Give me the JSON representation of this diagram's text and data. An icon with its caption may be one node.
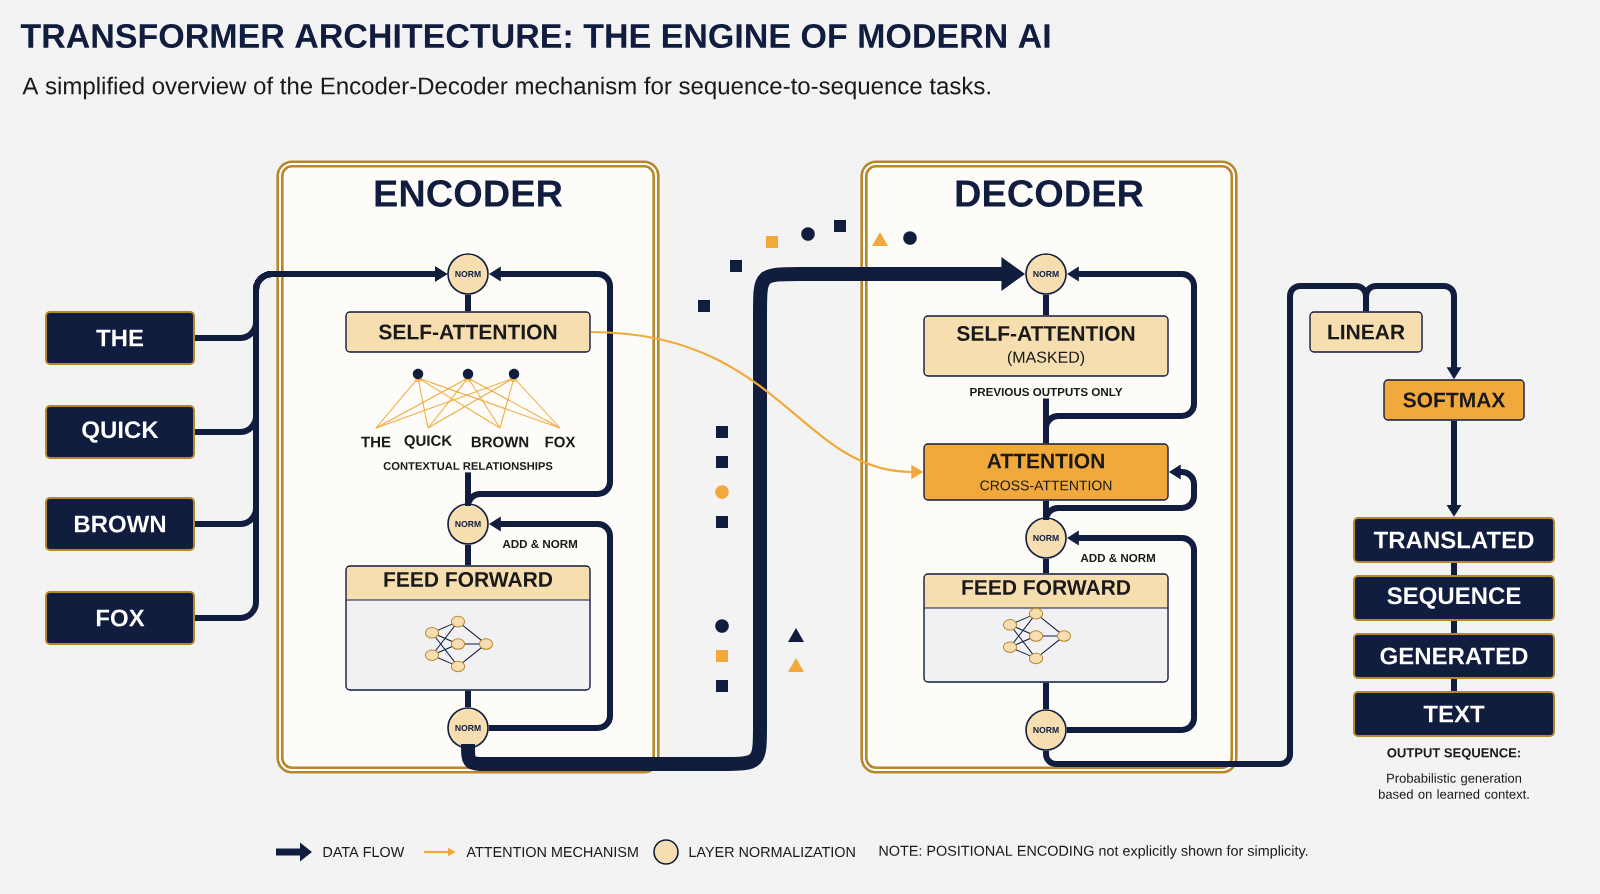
{
  "diagram": {
    "title": "TRANSFORMER ARCHITECTURE: THE ENGINE OF MODERN AI",
    "nodes": [
      {
        "text": [
          "ENCODER"
        ]
      },
      {
        "text": [
          "DECODER"
        ]
      },
      {
        "text": [
          "THE"
        ]
      },
      {
        "text": [
          "QUICK"
        ]
      },
      {
        "text": [
          "BROWN"
        ]
      },
      {
        "text": [
          "FOX"
        ]
      },
      {
        "text": [
          "NORM"
        ],
        "in": 0
      },
      {
        "text": [
          "SELF-ATTENTION"
        ],
        "in": 0,
        "beside": [
          "THE",
          "QUICK",
          "BROWN",
          "FOX",
          "CONTEXTUAL RELATIONSHIPS"
        ]
      },
      {
        "text": [
          "NORM"
        ],
        "in": 0,
        "beside": [
          "ADD & NORM"
        ]
      },
      {
        "text": [
          "FEED FORWARD"
        ],
        "in": 0
      },
      {
        "text": [
          "NORM"
        ],
        "in": 0
      },
      {
        "text": [
          "NORM"
        ],
        "in": 1
      },
      {
        "text": [
          "SELF-ATTENTION",
          "(MASKED)"
        ],
        "in": 1,
        "beside": [
          "PREVIOUS OUTPUTS ONLY"
        ]
      },
      {
        "text": [
          "ATTENTION",
          "CROSS-ATTENTION"
        ],
        "in": 1
      },
      {
        "text": [
          "NORM"
        ],
        "in": 1,
        "beside": [
          "ADD & NORM"
        ]
      },
      {
        "text": [
          "FEED FORWARD"
        ],
        "in": 1
      },
      {
        "text": [
          "NORM"
        ],
        "in": 1
      },
      {
        "text": [
          "LINEAR"
        ]
      },
      {
        "text": [
          "SOFTMAX"
        ]
      },
      {
        "text": [
          "TRANSLATED"
        ]
      },
      {
        "text": [
          "SEQUENCE"
        ]
      },
      {
        "text": [
          "GENERATED"
        ]
      },
      {
        "text": [
          "TEXT"
        ]
      }
    ],
    "edges": [
      {
        "from": 2,
        "to": 6,
        "arrow": "to"
      },
      {
        "from": 3,
        "to": 6,
        "arrow": "to"
      },
      {
        "from": 4,
        "to": 6,
        "arrow": "to"
      },
      {
        "from": 5,
        "to": 6,
        "arrow": "to"
      },
      {
        "from": 6,
        "to": 7,
        "arrow": "none"
      },
      {
        "from": 7,
        "to": 8,
        "arrow": "none"
      },
      {
        "from": 8,
        "to": 6,
        "arrow": "to"
      },
      {
        "from": 8,
        "to": 9,
        "arrow": "none"
      },
      {
        "from": 9,
        "to": 10,
        "arrow": "none"
      },
      {
        "from": 10,
        "to": 8,
        "arrow": "to"
      },
      {
        "from": 10,
        "to": 11,
        "arrow": "to",
        "style": "thick"
      },
      {
        "from": 7,
        "to": 13,
        "arrow": "to",
        "color": "#f2a93b"
      },
      {
        "from": 11,
        "to": 12,
        "arrow": "none"
      },
      {
        "from": 12,
        "to": 13,
        "arrow": "none"
      },
      {
        "from": 13,
        "to": 11,
        "arrow": "to"
      },
      {
        "from": 13,
        "to": 14,
        "arrow": "none"
      },
      {
        "from": 14,
        "to": 13,
        "arrow": "to"
      },
      {
        "from": 14,
        "to": 15,
        "arrow": "none"
      },
      {
        "from": 15,
        "to": 16,
        "arrow": "none"
      },
      {
        "from": 16,
        "to": 14,
        "arrow": "to"
      },
      {
        "from": 16,
        "to": 17,
        "arrow": "none"
      },
      {
        "from": 17,
        "to": 18,
        "arrow": "to"
      },
      {
        "from": 18,
        "to": 19,
        "arrow": "to"
      },
      {
        "from": 19,
        "to": 20,
        "arrow": "none"
      },
      {
        "from": 20,
        "to": 21,
        "arrow": "none"
      },
      {
        "from": 21,
        "to": 22,
        "arrow": "none"
      }
    ],
    "labels": [
      "A simplified overview of the Encoder-Decoder mechanism for sequence-to-sequence tasks.",
      "OUTPUT SEQUENCE:",
      "Probabilistic generation based on learned context.",
      "NOTE: POSITIONAL ENCODING not explicitly shown for simplicity."
    ],
    "legend": [
      {
        "text": "DATA FLOW"
      },
      {
        "text": "ATTENTION MECHANISM"
      },
      {
        "text": "LAYER NORMALIZATION"
      }
    ]
  }
}
